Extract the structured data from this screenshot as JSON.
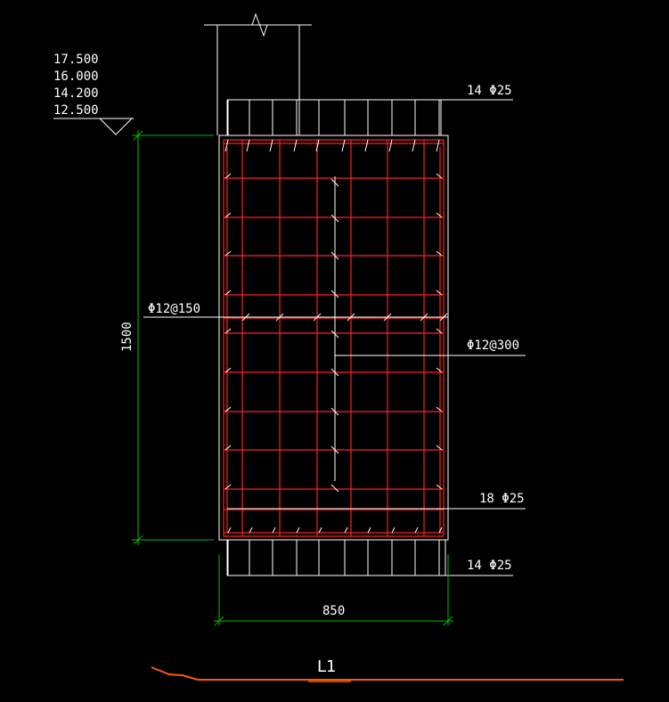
{
  "drawing": {
    "elevations": [
      "17.500",
      "16.000",
      "14.200",
      "12.500"
    ],
    "dimensions": {
      "height": "1500",
      "width": "850"
    },
    "rebar_labels": {
      "top_main": "14 Φ25",
      "stirrup_horizontal": "Φ12@150",
      "stirrup_vertical": "Φ12@300",
      "side_bars": "18 Φ25",
      "bottom_main": "14 Φ25"
    },
    "section_title": "L1"
  },
  "colors": {
    "background": "#000000",
    "outline": "#ffffff",
    "rebar": "#ff2020",
    "dimension": "#00c000",
    "section_line": "#ff5a00"
  }
}
